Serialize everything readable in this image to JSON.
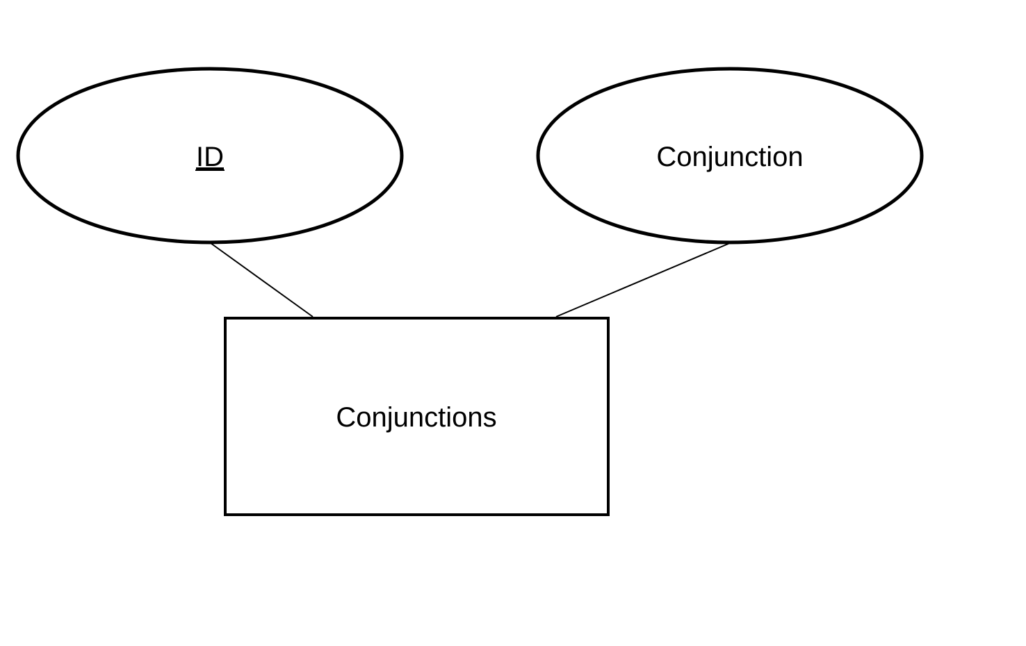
{
  "entity": {
    "label": "Conjunctions"
  },
  "attributes": [
    {
      "label": "ID",
      "primary_key": true
    },
    {
      "label": "Conjunction",
      "primary_key": false
    }
  ],
  "colors": {
    "stroke": "#000000",
    "background": "#ffffff"
  }
}
